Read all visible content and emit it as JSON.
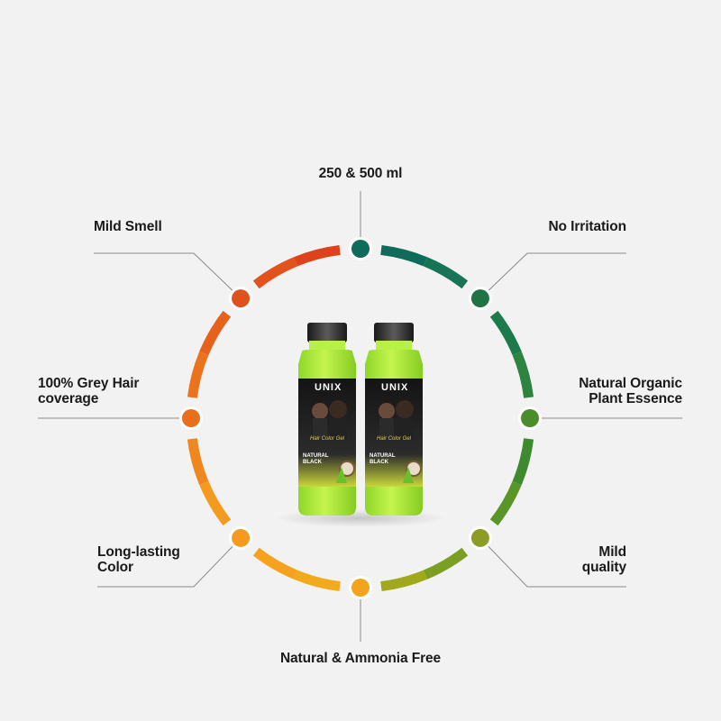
{
  "colors": {
    "background": "#f2f2f2",
    "connector_line": "#8a8a8a",
    "ring_segments": [
      "#0f6b5a",
      "#1c7a4b",
      "#3d8b2e",
      "#6f9c23",
      "#9ca51d",
      "#f0a91c",
      "#f4a01e",
      "#f08a1e",
      "#e8641c",
      "#e0461d"
    ],
    "node_dots": [
      "#0f6b5a",
      "#1f7446",
      "#4a8d2b",
      "#8c9c24",
      "#f2a41f",
      "#f39a1f",
      "#ea6f1d",
      "#e0521d"
    ],
    "bottle_gel": "#a8e83a",
    "bottle_label": "#1a1a1a",
    "bottle_cap": "#2a2a2a"
  },
  "features": {
    "top": "250 & 500 ml",
    "top_right": "No Irritation",
    "right": "Natural Organic\nPlant Essence",
    "bottom_right": "Mild\nquality",
    "bottom": "Natural & Ammonia Free",
    "bottom_left": "Long-lasting\nColor",
    "left": "100% Grey Hair\ncoverage",
    "top_left": "Mild Smell"
  },
  "product": {
    "brand": "UNIX",
    "product_line": "Hair Color Gel",
    "shade": "NATURAL BLACK",
    "icons": [
      "coconut-icon",
      "aloe-icon",
      "person-icon"
    ]
  }
}
